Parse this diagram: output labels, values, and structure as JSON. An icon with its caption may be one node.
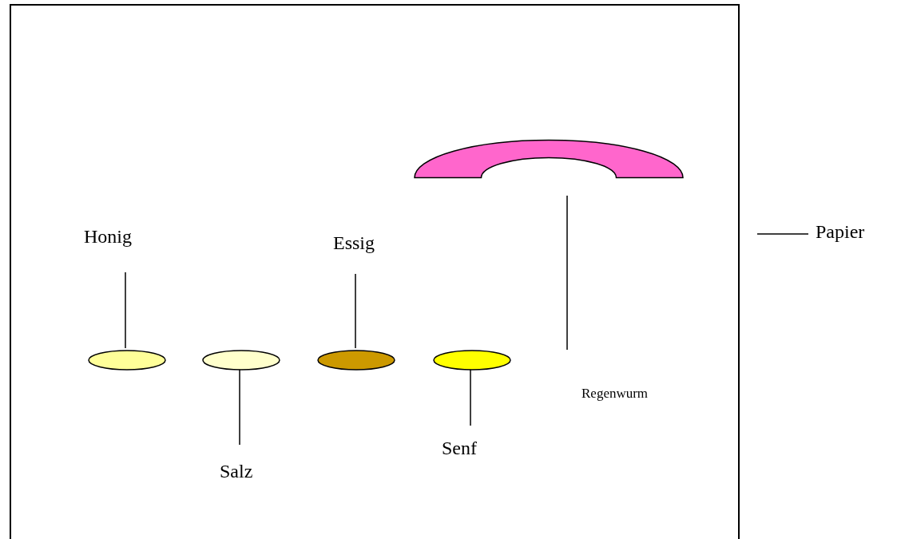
{
  "diagram": {
    "nodes": [
      {
        "text": [],
        "shape": "box"
      },
      {
        "text": [],
        "shape": "arch",
        "in": 0
      },
      {
        "text": [
          "Honig"
        ],
        "in": 0
      },
      {
        "text": [
          "Essig"
        ],
        "in": 0
      },
      {
        "text": [],
        "shape": "ellipse",
        "in": 0
      },
      {
        "text": [],
        "shape": "ellipse",
        "in": 0
      },
      {
        "text": [],
        "shape": "ellipse",
        "in": 0
      },
      {
        "text": [],
        "shape": "ellipse",
        "in": 0
      },
      {
        "text": [
          "Regenwurm"
        ],
        "in": 0
      },
      {
        "text": [
          "Senf"
        ],
        "in": 0
      },
      {
        "text": [
          "Salz"
        ],
        "in": 0
      },
      {
        "text": [
          "Papier"
        ]
      }
    ],
    "edges": [
      {
        "from": 2,
        "to": 4,
        "arrow": "none"
      },
      {
        "from": 3,
        "to": 6,
        "arrow": "none"
      },
      {
        "from": 10,
        "to": 5,
        "arrow": "none"
      },
      {
        "from": 9,
        "to": 7,
        "arrow": "none"
      },
      {
        "from": 8,
        "to": 1,
        "arrow": "none"
      },
      {
        "from": 11,
        "to": 0,
        "arrow": "none"
      }
    ]
  }
}
